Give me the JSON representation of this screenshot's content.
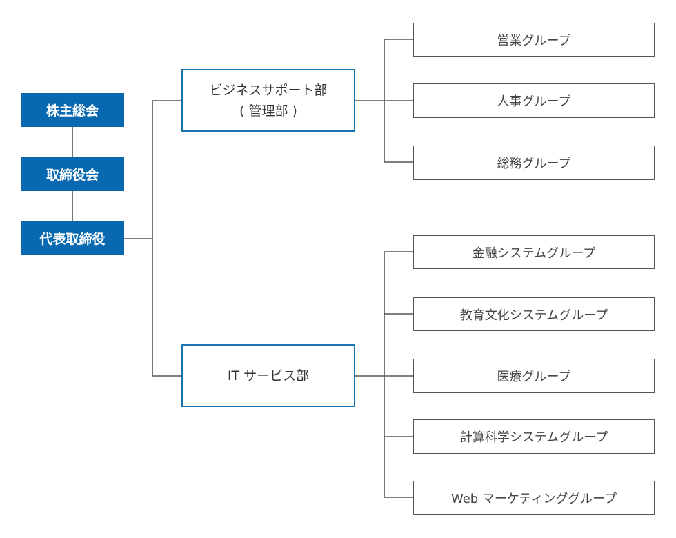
{
  "colors": {
    "executive_fill": "#0969b0",
    "department_border": "#1a74b0",
    "group_border": "#555555",
    "connector": "#555555"
  },
  "executives": [
    "株主総会",
    "取締役会",
    "代表取締役"
  ],
  "departments": {
    "business_support": {
      "line1": "ビジネスサポート部",
      "line2": "( 管理部 )"
    },
    "it_services": {
      "line1": "IT サービス部"
    }
  },
  "business_support_groups": [
    "営業グループ",
    "人事グループ",
    "総務グループ"
  ],
  "it_service_groups": [
    "金融システムグループ",
    "教育文化システムグループ",
    "医療グループ",
    "計算科学システムグループ",
    "Web マーケティンググループ"
  ]
}
